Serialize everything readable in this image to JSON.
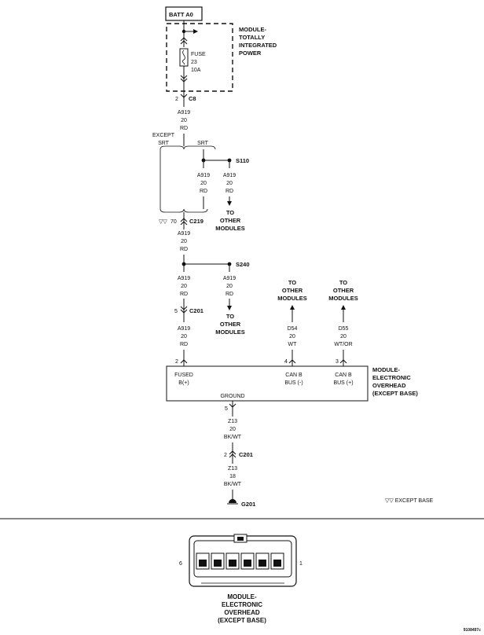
{
  "top": {
    "batt_label": "BATT A0",
    "tipm_line1": "MODULE-",
    "tipm_line2": "TOTALLY",
    "tipm_line3": "INTEGRATED",
    "tipm_line4": "POWER",
    "fuse_label": "FUSE",
    "fuse_number": "23",
    "fuse_rating": "10A"
  },
  "c8": {
    "pin": "2",
    "name": "C8"
  },
  "wire1": {
    "circuit": "A919",
    "gauge": "20",
    "color": "RD"
  },
  "branch": {
    "except_line1": "EXCEPT",
    "except_line2": "SRT",
    "srt": "SRT"
  },
  "s110": {
    "name": "S110",
    "left": {
      "circuit": "A919",
      "gauge": "20",
      "color": "RD"
    },
    "right": {
      "circuit": "A919",
      "gauge": "20",
      "color": "RD"
    },
    "to_line1": "TO",
    "to_line2": "OTHER",
    "to_line3": "MODULES"
  },
  "c219": {
    "marker": "▽▽",
    "pin": "70",
    "name": "C219"
  },
  "wire2": {
    "circuit": "A919",
    "gauge": "20",
    "color": "RD"
  },
  "s240": {
    "name": "S240",
    "left": {
      "circuit": "A919",
      "gauge": "20",
      "color": "RD"
    },
    "right": {
      "circuit": "A919",
      "gauge": "20",
      "color": "RD"
    },
    "to_line1": "TO",
    "to_line2": "OTHER",
    "to_line3": "MODULES"
  },
  "c201a": {
    "pin": "5",
    "name": "C201"
  },
  "wire3": {
    "circuit": "A919",
    "gauge": "20",
    "color": "RD"
  },
  "can_minus": {
    "to_line1": "TO",
    "to_line2": "OTHER",
    "to_line3": "MODULES",
    "circuit": "D54",
    "gauge": "20",
    "color": "WT",
    "pin": "4",
    "label1": "CAN B",
    "label2": "BUS (-)"
  },
  "can_plus": {
    "to_line1": "TO",
    "to_line2": "OTHER",
    "to_line3": "MODULES",
    "circuit": "D55",
    "gauge": "20",
    "color": "WT/OR",
    "pin": "3",
    "label1": "CAN B",
    "label2": "BUS (+)"
  },
  "module": {
    "pin_fused": "2",
    "fused_line1": "FUSED",
    "fused_line2": "B(+)",
    "ground": "GROUND",
    "line1": "MODULE-",
    "line2": "ELECTRONIC",
    "line3": "OVERHEAD",
    "line4": "(EXCEPT BASE)"
  },
  "ground_run": {
    "pin": "5",
    "w1": {
      "circuit": "Z13",
      "gauge": "20",
      "color": "BK/WT"
    },
    "c201_pin": "2",
    "c201_name": "C201",
    "w2": {
      "circuit": "Z13",
      "gauge": "18",
      "color": "BK/WT"
    },
    "g201": "G201"
  },
  "legend": {
    "text": "▽▽ EXCEPT BASE"
  },
  "connector": {
    "pin_left": "6",
    "pin_right": "1",
    "line1": "MODULE-",
    "line2": "ELECTRONIC",
    "line3": "OVERHEAD",
    "line4": "(EXCEPT BASE)"
  },
  "figure_id": "9108497c"
}
